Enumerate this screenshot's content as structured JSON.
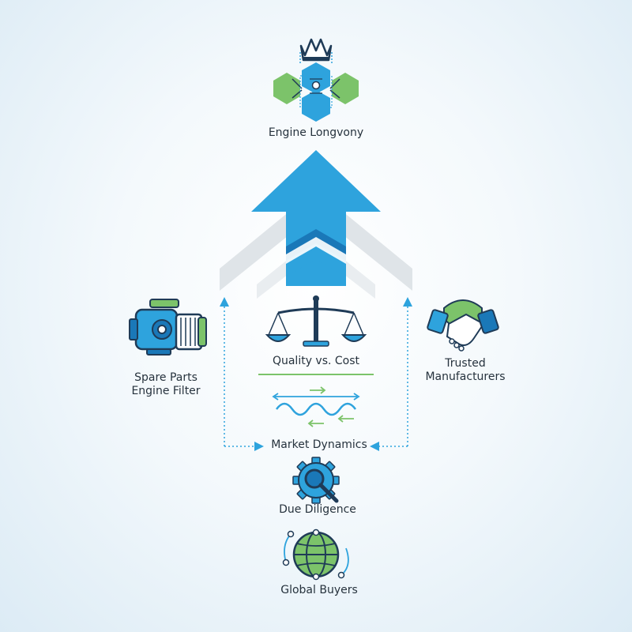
{
  "nodes": {
    "top": {
      "label": "Engine Longvony"
    },
    "left": {
      "line1": "Spare Parts",
      "line2": "Engine Filter"
    },
    "right": {
      "line1": "Trusted",
      "line2": "Manufacturers"
    },
    "center": {
      "label": "Quality vs. Cost"
    },
    "market": {
      "label": "Market Dynamics"
    },
    "diligence": {
      "label": "Due Diligence"
    },
    "global": {
      "label": "Global Buyers"
    }
  },
  "colors": {
    "blue": "#2ea3dd",
    "dark_blue": "#1a78b8",
    "green": "#7cc36a",
    "navy": "#1f3b57",
    "gray": "#dfe4e8"
  },
  "icons": {
    "top": "crown-hexagon-network-icon",
    "left": "engine-filter-icon",
    "right": "handshake-icon",
    "center": "balance-scale-icon",
    "market": "wave-arrows-icon",
    "diligence": "gear-magnifier-icon",
    "global": "globe-network-icon"
  }
}
